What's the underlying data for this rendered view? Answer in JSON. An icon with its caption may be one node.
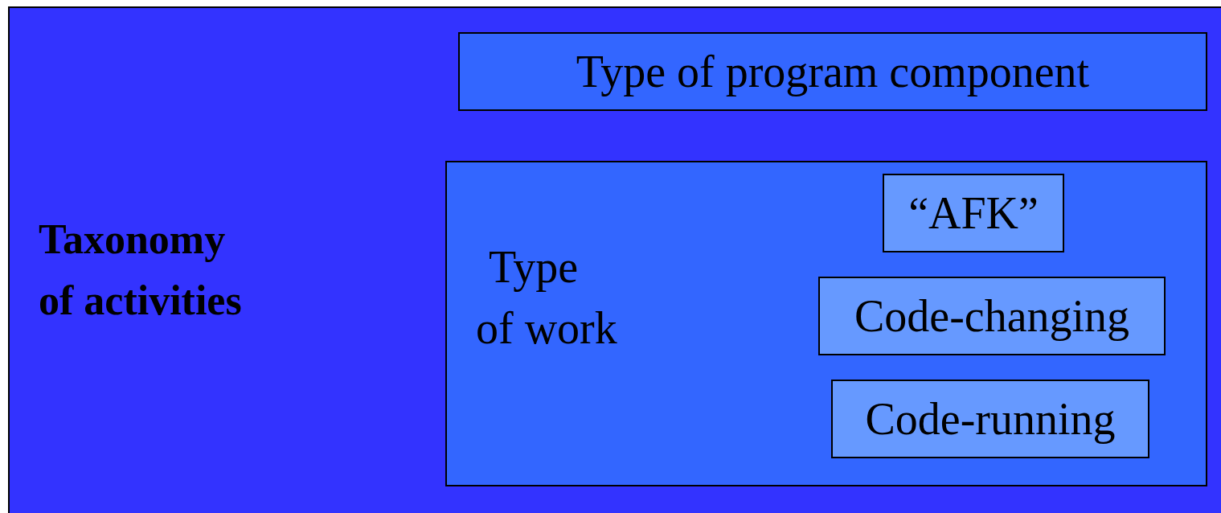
{
  "diagram": {
    "nodes": [
      {
        "text": [
          "Taxonomy of activities"
        ]
      },
      {
        "text": [
          "Type of program component"
        ],
        "in": 0
      },
      {
        "text": [
          "Type of work"
        ],
        "in": 0
      },
      {
        "text": [
          "“AFK”"
        ],
        "in": 2
      },
      {
        "text": [
          "Code-changing"
        ],
        "in": 2
      },
      {
        "text": [
          "Code-running"
        ],
        "in": 2
      }
    ]
  }
}
